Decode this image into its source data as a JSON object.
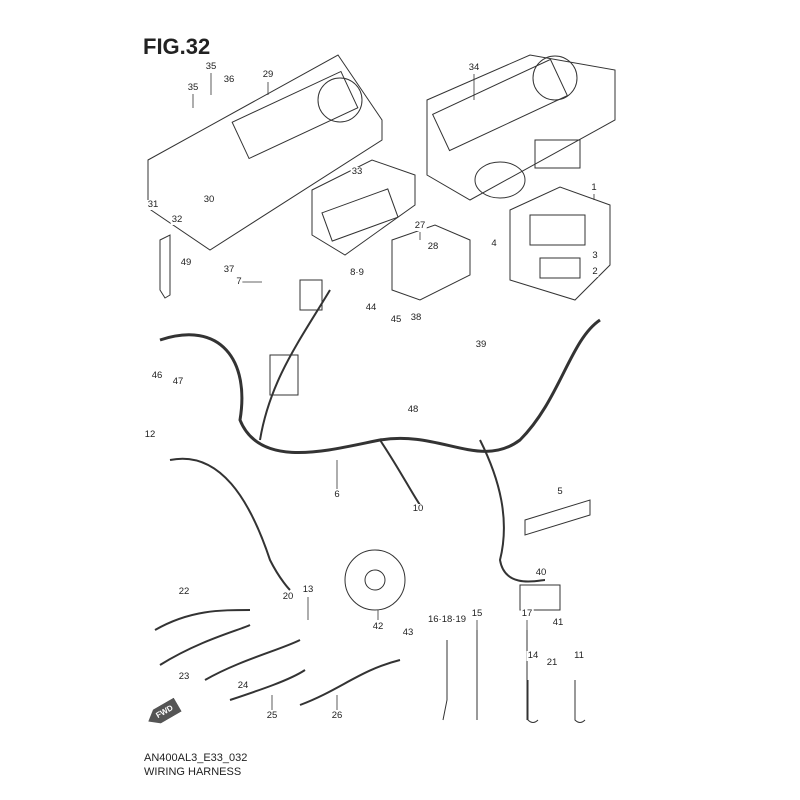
{
  "figure_title": "FIG.32",
  "diagram_code": "AN400AL3_E33_032",
  "diagram_name": "WIRING HARNESS",
  "fwd_arrow_label": "FWD",
  "callouts": [
    "35",
    "36",
    "35",
    "29",
    "34",
    "1",
    "33",
    "31",
    "32",
    "30",
    "27",
    "28",
    "4",
    "3",
    "2",
    "49",
    "37",
    "8·9",
    "7",
    "44",
    "45",
    "38",
    "39",
    "46",
    "47",
    "48",
    "12",
    "6",
    "10",
    "5",
    "40",
    "22",
    "20",
    "13",
    "42",
    "43",
    "16·18·19",
    "15",
    "17",
    "41",
    "14",
    "21",
    "11",
    "23",
    "24",
    "25",
    "26"
  ]
}
